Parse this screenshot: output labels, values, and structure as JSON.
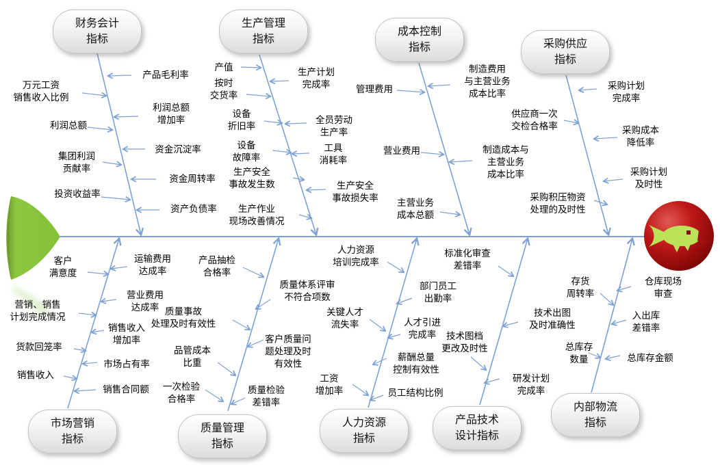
{
  "diagram": {
    "kind": "fishbone",
    "tail_shape": "green-cone",
    "head_shape": "red-circle-with-green-fish"
  },
  "colors": {
    "line": "#7ca1d4",
    "text": "#000000",
    "tail_green": "#8cc63e",
    "head_red": "#b01414",
    "fish_green": "#bce25a"
  },
  "categories": {
    "finance": {
      "title": "财务会计\n指标",
      "left": [
        "万元工资\n销售收入比例",
        "利润总额",
        "集团利润\n贡献率",
        "投资收益率"
      ],
      "right": [
        "产品毛利率",
        "利润总额\n增加率",
        "资金沉淀率",
        "资金周转率",
        "资产负债率"
      ]
    },
    "production": {
      "title": "生产管理\n指标",
      "left": [
        "产值",
        "按时\n交货率",
        "设备\n折旧率",
        "设备\n故障率",
        "生产安全\n事故发生数",
        "生产作业\n现场改善情况"
      ],
      "right": [
        "生产计划\n完成率",
        "全员劳动\n生产率",
        "工具\n消耗率",
        "生产安全\n事故损失率"
      ]
    },
    "cost": {
      "title": "成本控制\n指标",
      "left": [
        "管理费用",
        "营业费用",
        "主营业务\n成本总额"
      ],
      "right": [
        "制造费用\n与主营业务\n成本比率",
        "制造成本与\n主营业务\n成本比率"
      ]
    },
    "purchasing": {
      "title": "采购供应\n指标",
      "left": [
        "供应商一次\n交检合格率",
        "采购积压物资\n处理的及时性"
      ],
      "right": [
        "采购计划\n完成率",
        "采购成本\n降低率",
        "采购计划\n及时性"
      ]
    },
    "marketing": {
      "title": "市场营销\n指标",
      "left": [
        "客户\n满意度",
        "营销、销售\n计划完成情况",
        "货款回笼率",
        "销售收入"
      ],
      "right": [
        "运输费用\n达成率",
        "营业费用\n达成率",
        "销售收入\n增加率",
        "市场占有率",
        "销售合同额"
      ]
    },
    "quality": {
      "title": "质量管理\n指标",
      "left": [
        "产品抽检\n合格率",
        "质量事故\n处理及时有效性",
        "品管成本\n比重",
        "一次检验\n合格率"
      ],
      "right": [
        "质量体系评审\n不符合项数",
        "客户质量问\n题处理及时\n有效性",
        "质量检验\n差错率"
      ]
    },
    "hr": {
      "title": "人力资源\n指标",
      "left": [
        "人力资源\n培训完成率",
        "关键人才\n流失率",
        "工资\n增加率"
      ],
      "right": [
        "部门员工\n出勤率",
        "人才引进\n完成率",
        "薪酬总量\n控制有效性",
        "员工结构比例"
      ]
    },
    "tech": {
      "title": "产品技术\n设计指标",
      "left": [
        "标准化审查\n差错率",
        "技术图档\n更改及时性"
      ],
      "right": [
        "技术出图\n及时准确性",
        "研发计划\n完成率"
      ]
    },
    "logistics": {
      "title": "内部物流\n指标",
      "left": [
        "存货\n周转率",
        "总库存\n数量"
      ],
      "right": [
        "仓库现场\n审查",
        "入出库\n差错率",
        "总库存金额"
      ]
    }
  }
}
